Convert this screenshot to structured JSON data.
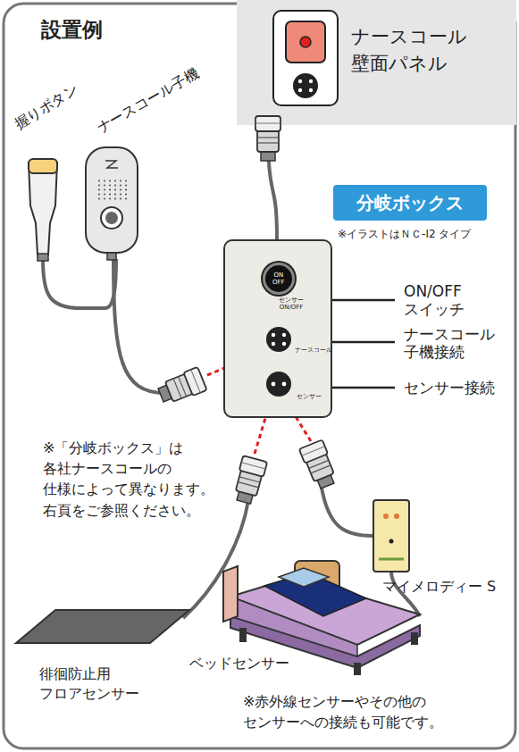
{
  "diagram": {
    "title": "設置例",
    "nodes": [
      {
        "text": [
          "ナースコール 壁面パネル"
        ]
      },
      {
        "text": [
          "分岐ボックス"
        ]
      },
      {
        "text": [
          "センサー ON/OFF",
          "ナースコール",
          "センサー"
        ]
      },
      {
        "text": [
          "ON OFF"
        ],
        "in": 2
      }
    ],
    "edges": [
      {
        "from": 0,
        "to": 2,
        "arrow": "none"
      }
    ],
    "labels": [
      "握りボタン",
      "ナースコール子機",
      "※イラストはＮＣ-I2 タイプ",
      "ON/OFF スイッチ",
      "ナースコール 子機接続",
      "センサー接続",
      "※「分岐ボックス」は 各社ナースコールの 仕様によって異なります。 右頁をご参照ください。",
      "マイメロディー S",
      "ベッドセンサー",
      "徘徊防止用 フロアセンサー",
      "※赤外線センサーやその他の センサーへの接続も可能です。"
    ]
  }
}
